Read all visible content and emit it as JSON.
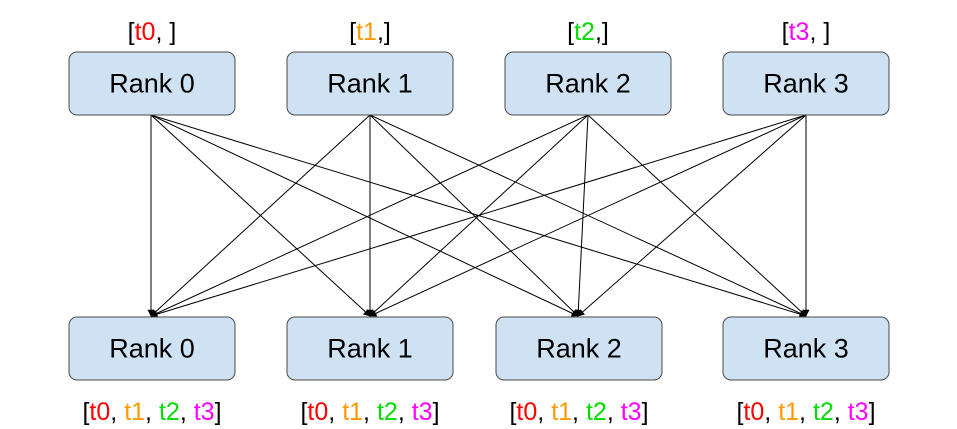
{
  "colors": {
    "t0": "#ff0000",
    "t1": "#ff9900",
    "t2": "#00dd00",
    "t3": "#ff00ff",
    "bracket": "#000000",
    "box_fill": "#cfe2f3",
    "box_stroke": "#4a4a4a"
  },
  "top_ranks": [
    {
      "label": "Rank 0",
      "tensors": [
        {
          "text": "t0",
          "color": "t0"
        }
      ],
      "trailing": ", "
    },
    {
      "label": "Rank 1",
      "tensors": [
        {
          "text": "t1",
          "color": "t1"
        }
      ],
      "trailing": ","
    },
    {
      "label": "Rank 2",
      "tensors": [
        {
          "text": "t2",
          "color": "t2"
        }
      ],
      "trailing": ","
    },
    {
      "label": "Rank 3",
      "tensors": [
        {
          "text": "t3",
          "color": "t3"
        }
      ],
      "trailing": ", "
    }
  ],
  "bottom_ranks": [
    {
      "label": "Rank 0",
      "tensors": [
        {
          "text": "t0",
          "color": "t0"
        },
        {
          "text": "t1",
          "color": "t1"
        },
        {
          "text": "t2",
          "color": "t2"
        },
        {
          "text": "t3",
          "color": "t3"
        }
      ]
    },
    {
      "label": "Rank 1",
      "tensors": [
        {
          "text": "t0",
          "color": "t0"
        },
        {
          "text": "t1",
          "color": "t1"
        },
        {
          "text": "t2",
          "color": "t2"
        },
        {
          "text": "t3",
          "color": "t3"
        }
      ]
    },
    {
      "label": "Rank 2",
      "tensors": [
        {
          "text": "t0",
          "color": "t0"
        },
        {
          "text": "t1",
          "color": "t1"
        },
        {
          "text": "t2",
          "color": "t2"
        },
        {
          "text": "t3",
          "color": "t3"
        }
      ]
    },
    {
      "label": "Rank 3",
      "tensors": [
        {
          "text": "t0",
          "color": "t0"
        },
        {
          "text": "t1",
          "color": "t1"
        },
        {
          "text": "t2",
          "color": "t2"
        },
        {
          "text": "t3",
          "color": "t3"
        }
      ]
    }
  ],
  "connections": "all-to-all"
}
